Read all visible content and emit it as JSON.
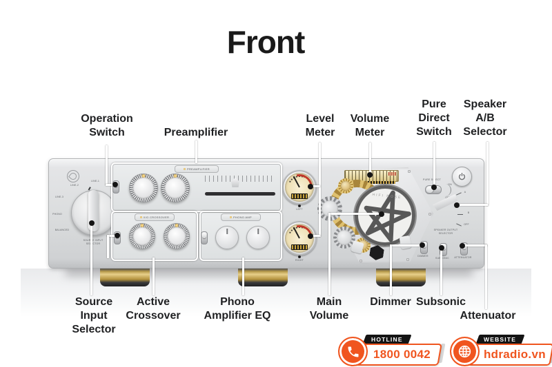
{
  "title": "Front",
  "callouts": {
    "operation_switch": "Operation\nSwitch",
    "preamplifier": "Preamplifier",
    "level_meter": "Level\nMeter",
    "volume_meter": "Volume\nMeter",
    "pure_direct": "Pure\nDirect\nSwitch",
    "speaker_ab": "Speaker\nA/B\nSelector",
    "source_input": "Source\nInput\nSelector",
    "active_crossover": "Active\nCrossover",
    "phono_eq": "Phono\nAmplifier EQ",
    "main_volume": "Main\nVolume",
    "dimmer": "Dimmer",
    "subsonic": "Subsonic",
    "attenuator": "Attenuator"
  },
  "device": {
    "brand": "HIFI ROSE",
    "source_selector": {
      "pos_line1": "LINE-1",
      "pos_line2": "LINE-2",
      "pos_line3": "LINE-3",
      "pos_phono": "PHONO",
      "pos_balanced": "BALANCED",
      "caption": "SOURCE INPUT\nSELECTOR"
    },
    "sections": {
      "preamplifier": "PREAMPLIFIER",
      "crossover": "X/O CROSSOVER",
      "phono": "PHONO AMP"
    },
    "meters": {
      "left": "LEFT",
      "right": "RIGHT"
    },
    "pure_direct": {
      "label": "PURE DIRECT",
      "on": "ON",
      "off": "OFF"
    },
    "speaker_selector": {
      "a": "A",
      "b": "B",
      "off": "OFF",
      "caption": "SPEAKER OUTPUT\nSELECTOR"
    },
    "switches": {
      "dimmer": "DIMMER",
      "subsonic": "SUBSONIC",
      "attenuator": "ATTENUATOR"
    }
  },
  "badges": {
    "hotline": {
      "tag": "HOTLINE",
      "value": "1800 0042"
    },
    "website": {
      "tag": "WEBSITE",
      "value": "hdradio.vn"
    }
  },
  "colors": {
    "accent_orange": "#f0551f",
    "badge_tab_black": "#141414",
    "brass_gold": "#c9a44a",
    "callout_white": "#ffffff",
    "dot_black": "#151515",
    "chassis_gray": "#dadcdd"
  }
}
